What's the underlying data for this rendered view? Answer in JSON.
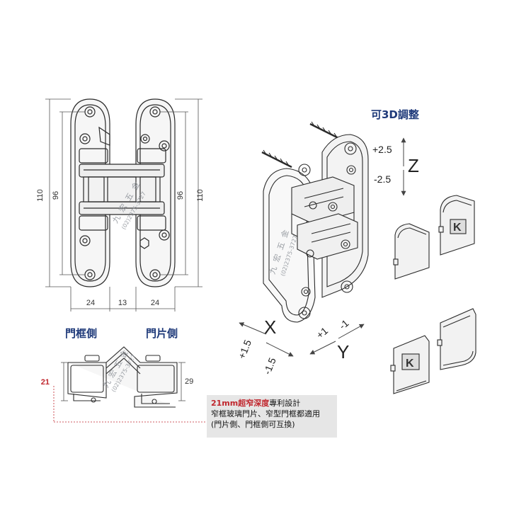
{
  "title_3d": "可3D調整",
  "z_axis": {
    "label": "Z",
    "plus": "+2.5",
    "minus": "-2.5"
  },
  "x_axis": {
    "label": "X",
    "plus": "+1.5",
    "minus": "-1.5"
  },
  "y_axis": {
    "label": "Y",
    "plus": "+1",
    "minus": "-1"
  },
  "front_dims": {
    "height_outer_left": "110",
    "height_inner_left": "96",
    "height_inner_right": "96",
    "height_outer_right": "110",
    "width_left": "24",
    "width_gap": "13",
    "width_right": "24"
  },
  "side_labels": {
    "frame_side": "門框側",
    "door_side": "門片側"
  },
  "side_dims": {
    "depth": "21",
    "thickness": "29"
  },
  "note": {
    "highlight": "21mm超窄深度",
    "line1_rest": "專利設計",
    "line2": "窄框玻璃門片、窄型門框都適用",
    "line3": "(門片側、門框側可互換)"
  },
  "watermark": {
    "chars": [
      "九",
      "宏",
      "五",
      "金"
    ],
    "phone": "(02)2375-3727"
  },
  "cap_letter": "K",
  "colors": {
    "title_blue": "#1f3a7a",
    "highlight_red": "#c0262d",
    "leader_red": "#c0262d",
    "note_bg": "#e6e6e6"
  }
}
